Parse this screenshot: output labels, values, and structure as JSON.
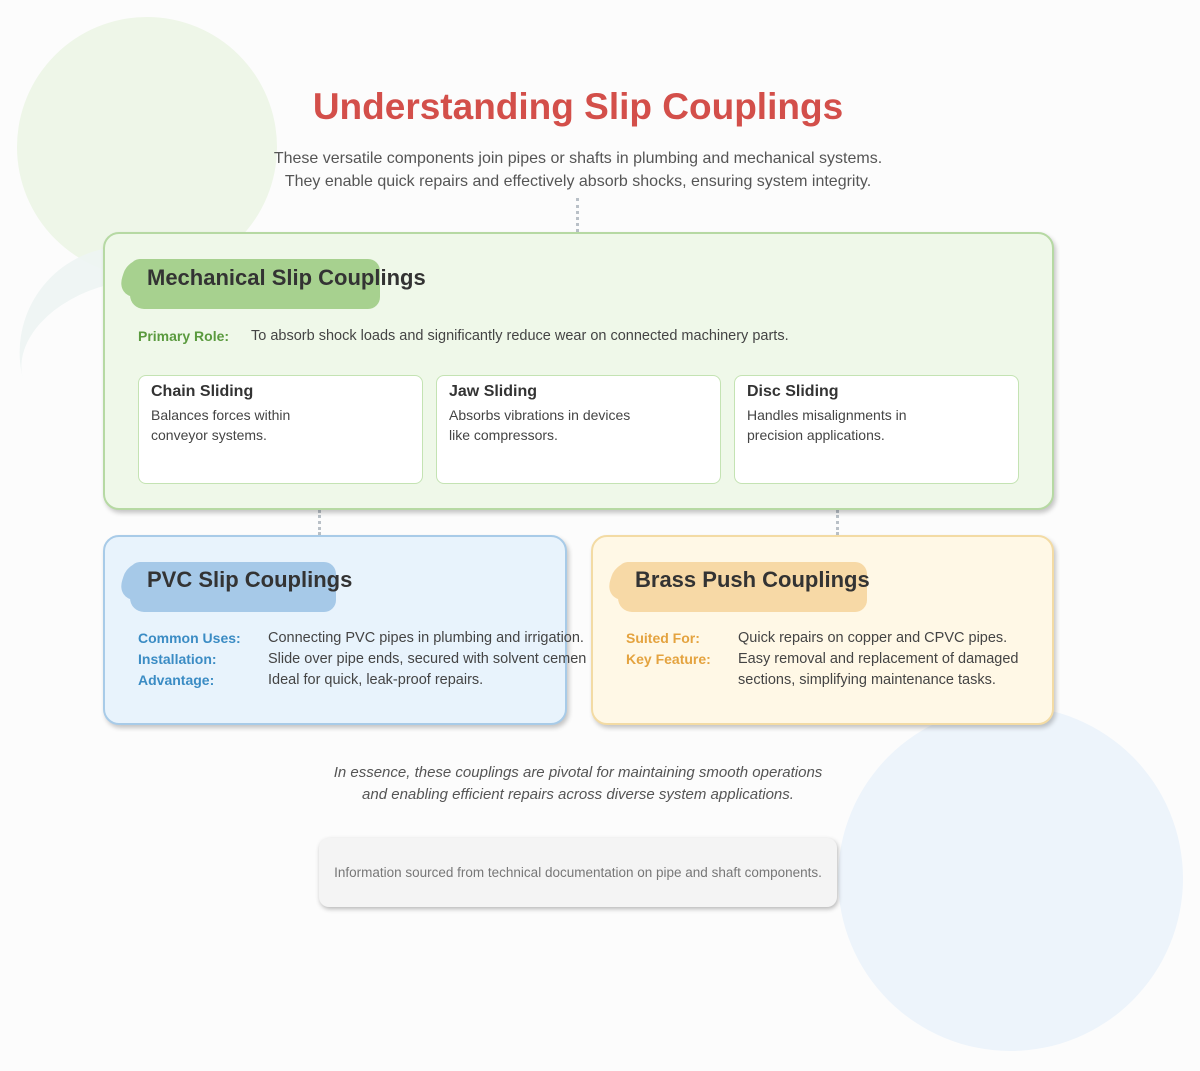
{
  "title": "Understanding Slip Couplings",
  "intro": [
    "These versatile components join pipes or shafts in plumbing and mechanical systems.",
    "They enable quick repairs and effectively absorb shocks, ensuring system integrity."
  ],
  "mechanical": {
    "heading": "Mechanical Slip Couplings",
    "role_label": "Primary Role:",
    "role_text": "To absorb shock loads and significantly reduce wear on connected machinery parts.",
    "cards": [
      {
        "title": "Chain Sliding",
        "lines": [
          "Balances forces within",
          "conveyor systems."
        ]
      },
      {
        "title": "Jaw Sliding",
        "lines": [
          "Absorbs vibrations in devices",
          "like compressors."
        ]
      },
      {
        "title": "Disc Sliding",
        "lines": [
          "Handles misalignments in",
          "precision applications."
        ]
      }
    ]
  },
  "pvc": {
    "heading": "PVC Slip Couplings",
    "rows": [
      {
        "label": "Common Uses:",
        "value": "Connecting PVC pipes in plumbing and irrigation."
      },
      {
        "label": "Installation:",
        "value": "Slide over pipe ends, secured with solvent cemen"
      },
      {
        "label": "Advantage:",
        "value": "Ideal for quick, leak-proof repairs."
      }
    ]
  },
  "brass": {
    "heading": "Brass Push Couplings",
    "rows": [
      {
        "label": "Suited For:",
        "value": [
          "Quick repairs on copper and CPVC pipes."
        ]
      },
      {
        "label": "Key Feature:",
        "value": [
          "Easy removal and replacement of damaged",
          "sections, simplifying maintenance tasks."
        ]
      }
    ]
  },
  "conclusion": [
    "In essence, these couplings are pivotal for maintaining smooth operations",
    "and enabling efficient repairs across diverse system applications."
  ],
  "source": "Information sourced from technical documentation on pipe and shaft components.",
  "colors": {
    "title": "#d34f4a",
    "mechanical_label": "#5a9a3e",
    "pvc_label": "#3b8cc4",
    "brass_label": "#e4a33f"
  }
}
